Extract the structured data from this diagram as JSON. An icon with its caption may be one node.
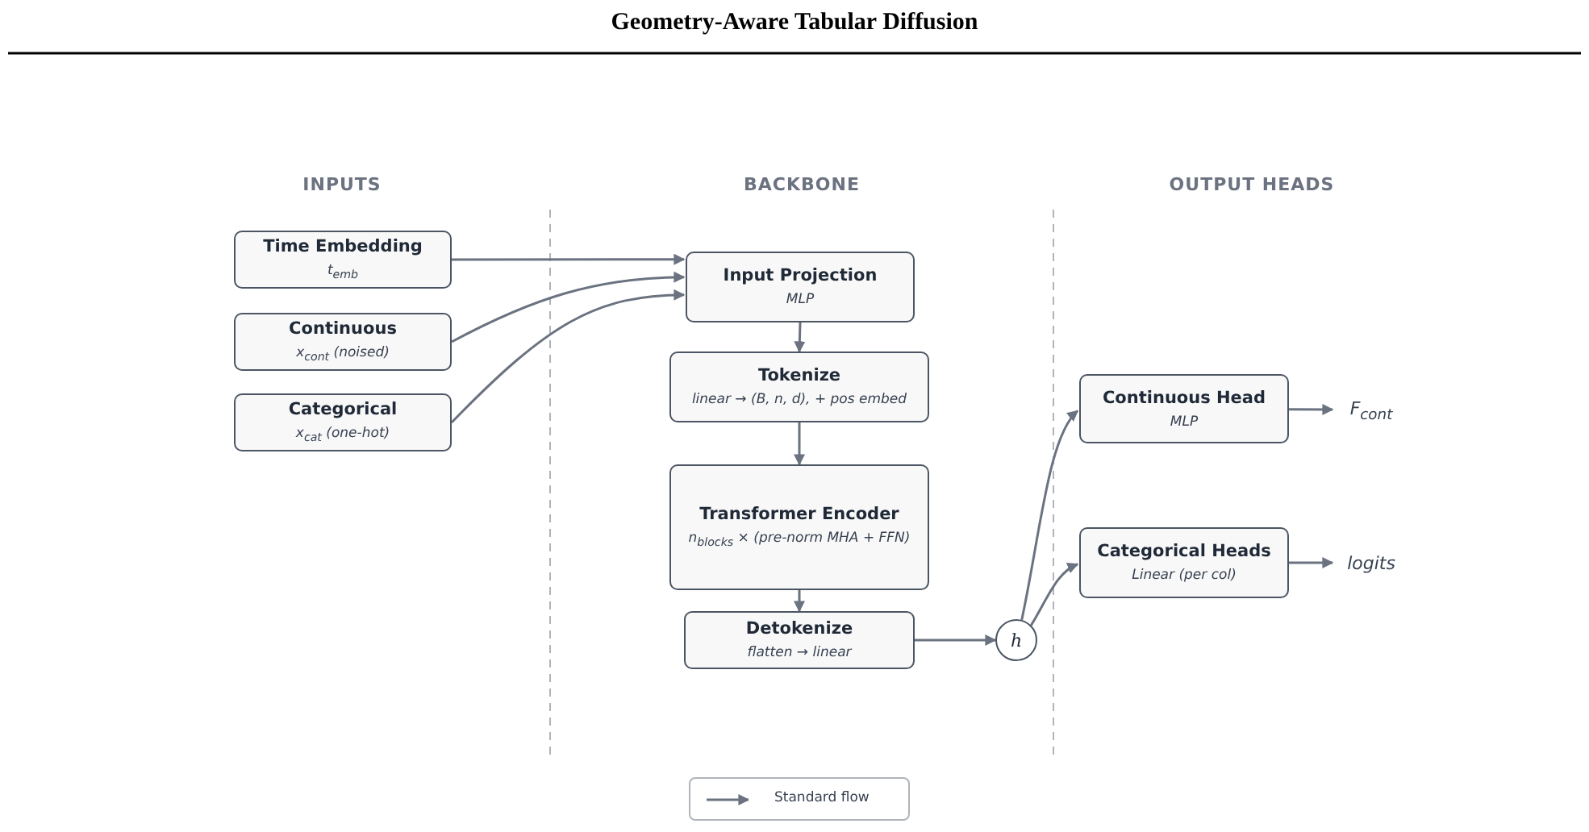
{
  "diagram": {
    "title": "Geometry-Aware Tabular Diffusion",
    "nodes": [
      {
        "text": [
          "Time Embedding",
          "t$_{emb}$"
        ]
      },
      {
        "text": [
          "Continuous",
          "x$_{cont}$ (noised)"
        ]
      },
      {
        "text": [
          "Categorical",
          "x$_{cat}$ (one-hot)"
        ]
      },
      {
        "text": [
          "Input Projection",
          "MLP"
        ]
      },
      {
        "text": [
          "Tokenize",
          "linear → (B, n, d), + pos embed"
        ]
      },
      {
        "text": [
          "Transformer Encoder",
          "n$_{blocks}$ × (pre-norm MHA + FFN)"
        ]
      },
      {
        "text": [
          "Detokenize",
          "flatten → linear"
        ]
      },
      {
        "text": [
          "h"
        ]
      },
      {
        "text": [
          "Continuous Head",
          "MLP"
        ]
      },
      {
        "text": [
          "Categorical Heads",
          "Linear (per col)"
        ]
      },
      {
        "text": [
          "F$_{cont}$"
        ]
      },
      {
        "text": [
          "logits"
        ]
      }
    ],
    "edges": [
      {
        "from": 0,
        "to": 3,
        "arrow": "to"
      },
      {
        "from": 1,
        "to": 3,
        "arrow": "to"
      },
      {
        "from": 2,
        "to": 3,
        "arrow": "to"
      },
      {
        "from": 3,
        "to": 4,
        "arrow": "to"
      },
      {
        "from": 4,
        "to": 5,
        "arrow": "to"
      },
      {
        "from": 5,
        "to": 6,
        "arrow": "to"
      },
      {
        "from": 6,
        "to": 7,
        "arrow": "to"
      },
      {
        "from": 7,
        "to": 8,
        "arrow": "to"
      },
      {
        "from": 7,
        "to": 9,
        "arrow": "to"
      },
      {
        "from": 8,
        "to": 10,
        "arrow": "to"
      },
      {
        "from": 9,
        "to": 11,
        "arrow": "to"
      }
    ],
    "labels": [
      "INPUTS",
      "BACKBONE",
      "OUTPUT HEADS"
    ],
    "legend": [
      {
        "text": "Standard flow"
      }
    ]
  }
}
